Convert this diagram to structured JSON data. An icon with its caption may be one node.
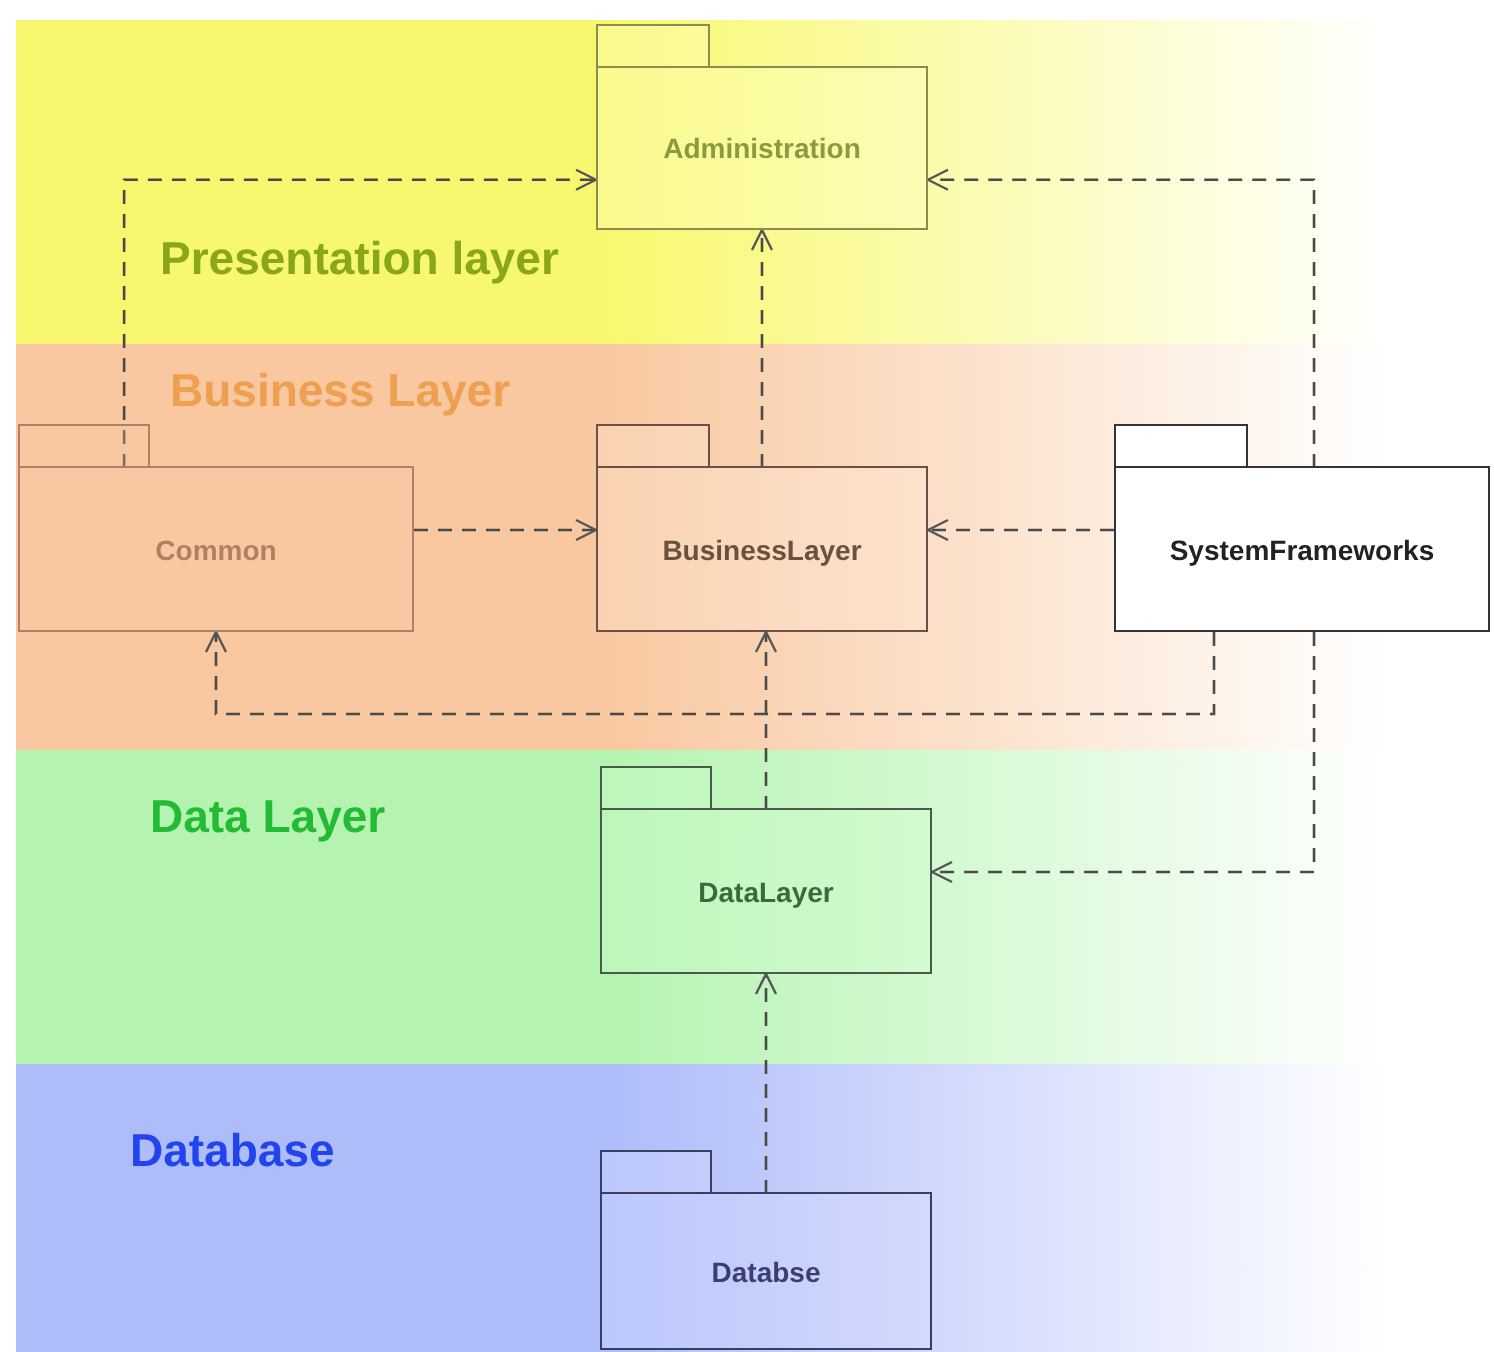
{
  "diagram": {
    "nodes": [
      {
        "text": [
          "Presentation layer"
        ]
      },
      {
        "text": [
          "Administration"
        ],
        "in": 0
      },
      {
        "text": [
          "Business Layer"
        ]
      },
      {
        "text": [
          "Common"
        ],
        "in": 2
      },
      {
        "text": [
          "BusinessLayer"
        ],
        "in": 2
      },
      {
        "text": [
          "SystemFrameworks"
        ],
        "in": 2
      },
      {
        "text": [
          "Data Layer"
        ]
      },
      {
        "text": [
          "DataLayer"
        ],
        "in": 6
      },
      {
        "text": [
          "Database"
        ]
      },
      {
        "text": [
          "Databse"
        ],
        "in": 8
      }
    ],
    "edges": [
      {
        "from": 3,
        "to": 1,
        "arrow": "to",
        "style": "dashed"
      },
      {
        "from": 4,
        "to": 1,
        "arrow": "to",
        "style": "dashed"
      },
      {
        "from": 5,
        "to": 1,
        "arrow": "to",
        "style": "dashed"
      },
      {
        "from": 3,
        "to": 4,
        "arrow": "to",
        "style": "dashed"
      },
      {
        "from": 5,
        "to": 4,
        "arrow": "to",
        "style": "dashed"
      },
      {
        "from": 5,
        "to": 3,
        "arrow": "to",
        "style": "dashed"
      },
      {
        "from": 7,
        "to": 4,
        "arrow": "to",
        "style": "dashed"
      },
      {
        "from": 5,
        "to": 7,
        "arrow": "to",
        "style": "dashed"
      },
      {
        "from": 9,
        "to": 7,
        "arrow": "to",
        "style": "dashed"
      }
    ]
  }
}
